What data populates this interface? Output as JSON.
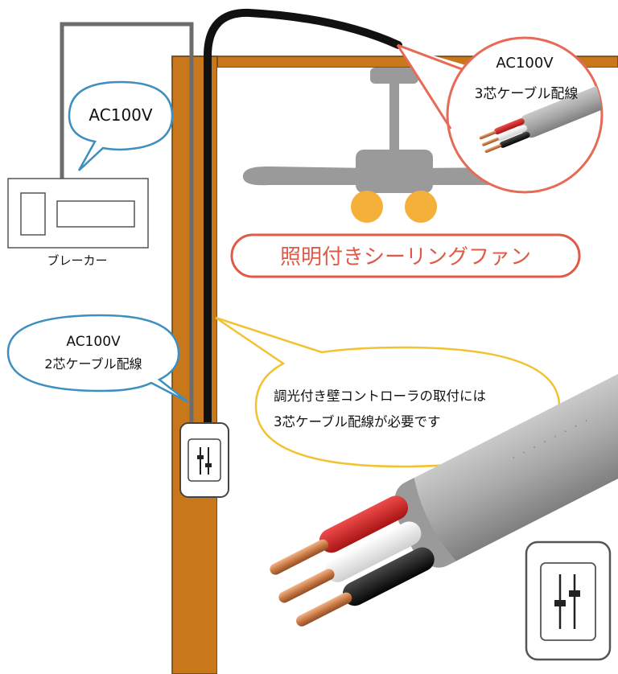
{
  "breaker": {
    "label": "ブレーカー"
  },
  "bubbles": {
    "breaker_voltage": "AC100V",
    "ceiling_voltage": "AC100V",
    "ceiling_cable": "3芯ケーブル配線",
    "wall_voltage": "AC100V",
    "wall_cable": "2芯ケーブル配線",
    "controller_line1": "調光付き壁コントローラの取付には",
    "controller_line2": "3芯ケーブル配線が必要です"
  },
  "fan": {
    "title": "照明付きシーリングファン"
  },
  "colors": {
    "wood": "#c8781a",
    "breaker_bubble": "#3d8fc0",
    "wall_bubble": "#3d8fc0",
    "ceiling_bubble": "#e66a55",
    "controller_bubble": "#f2c230",
    "fan_title": "#e05a48",
    "fan_grey": "#9a9a9a",
    "light_bulb": "#f5b03a",
    "wire_red": "#d62828",
    "wire_white": "#f5f5f5",
    "wire_black": "#111111",
    "copper": "#d08a55",
    "cable_sheath": "#a9a9a9"
  }
}
